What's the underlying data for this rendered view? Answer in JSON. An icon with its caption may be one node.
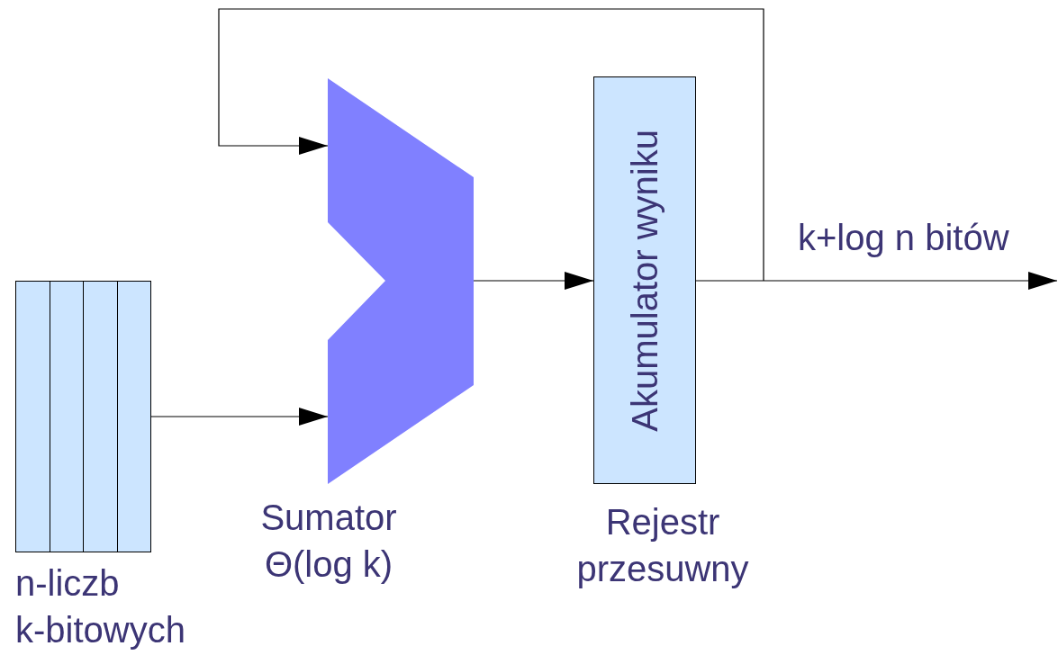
{
  "diagram": {
    "nodes": [
      {
        "text": [
          "n-liczb k-bitowych"
        ]
      },
      {
        "text": [
          "Sumator Θ(log k)"
        ]
      },
      {
        "text": [
          "Akumulator wyniku",
          "Rejestr przesuwny"
        ]
      }
    ],
    "edges": [
      {
        "from": 0,
        "to": 1,
        "arrow": "to"
      },
      {
        "from": 1,
        "to": 2,
        "arrow": "to"
      },
      {
        "from": 2,
        "to": null,
        "arrow": "to",
        "label": "k+log n bitów"
      },
      {
        "from": 2,
        "to": 1,
        "arrow": "to"
      }
    ]
  }
}
